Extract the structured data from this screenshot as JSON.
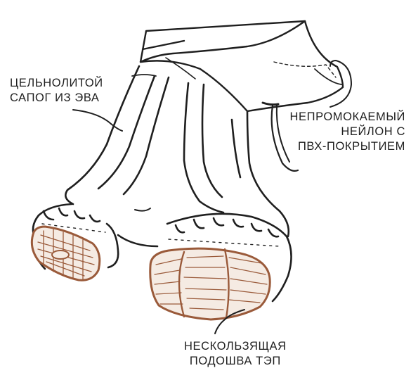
{
  "labels": {
    "eva": {
      "lines": [
        "ЦЕЛЬНОЛИТОЙ",
        "САПОГ ИЗ ЭВА"
      ]
    },
    "nylon": {
      "lines": [
        "НЕПРОМОКАЕМЫЙ",
        "НЕЙЛОН С",
        "ПВХ-ПОКРЫТИЕМ"
      ]
    },
    "sole": {
      "lines": [
        "НЕСКОЛЬЗЯЩАЯ",
        "ПОДОШВА ТЭП"
      ]
    }
  },
  "colors": {
    "ink": "#1f1f1f",
    "sole_accent": "#9a5a3a",
    "sole_fill": "#f5ebe3",
    "paper": "#ffffff"
  }
}
